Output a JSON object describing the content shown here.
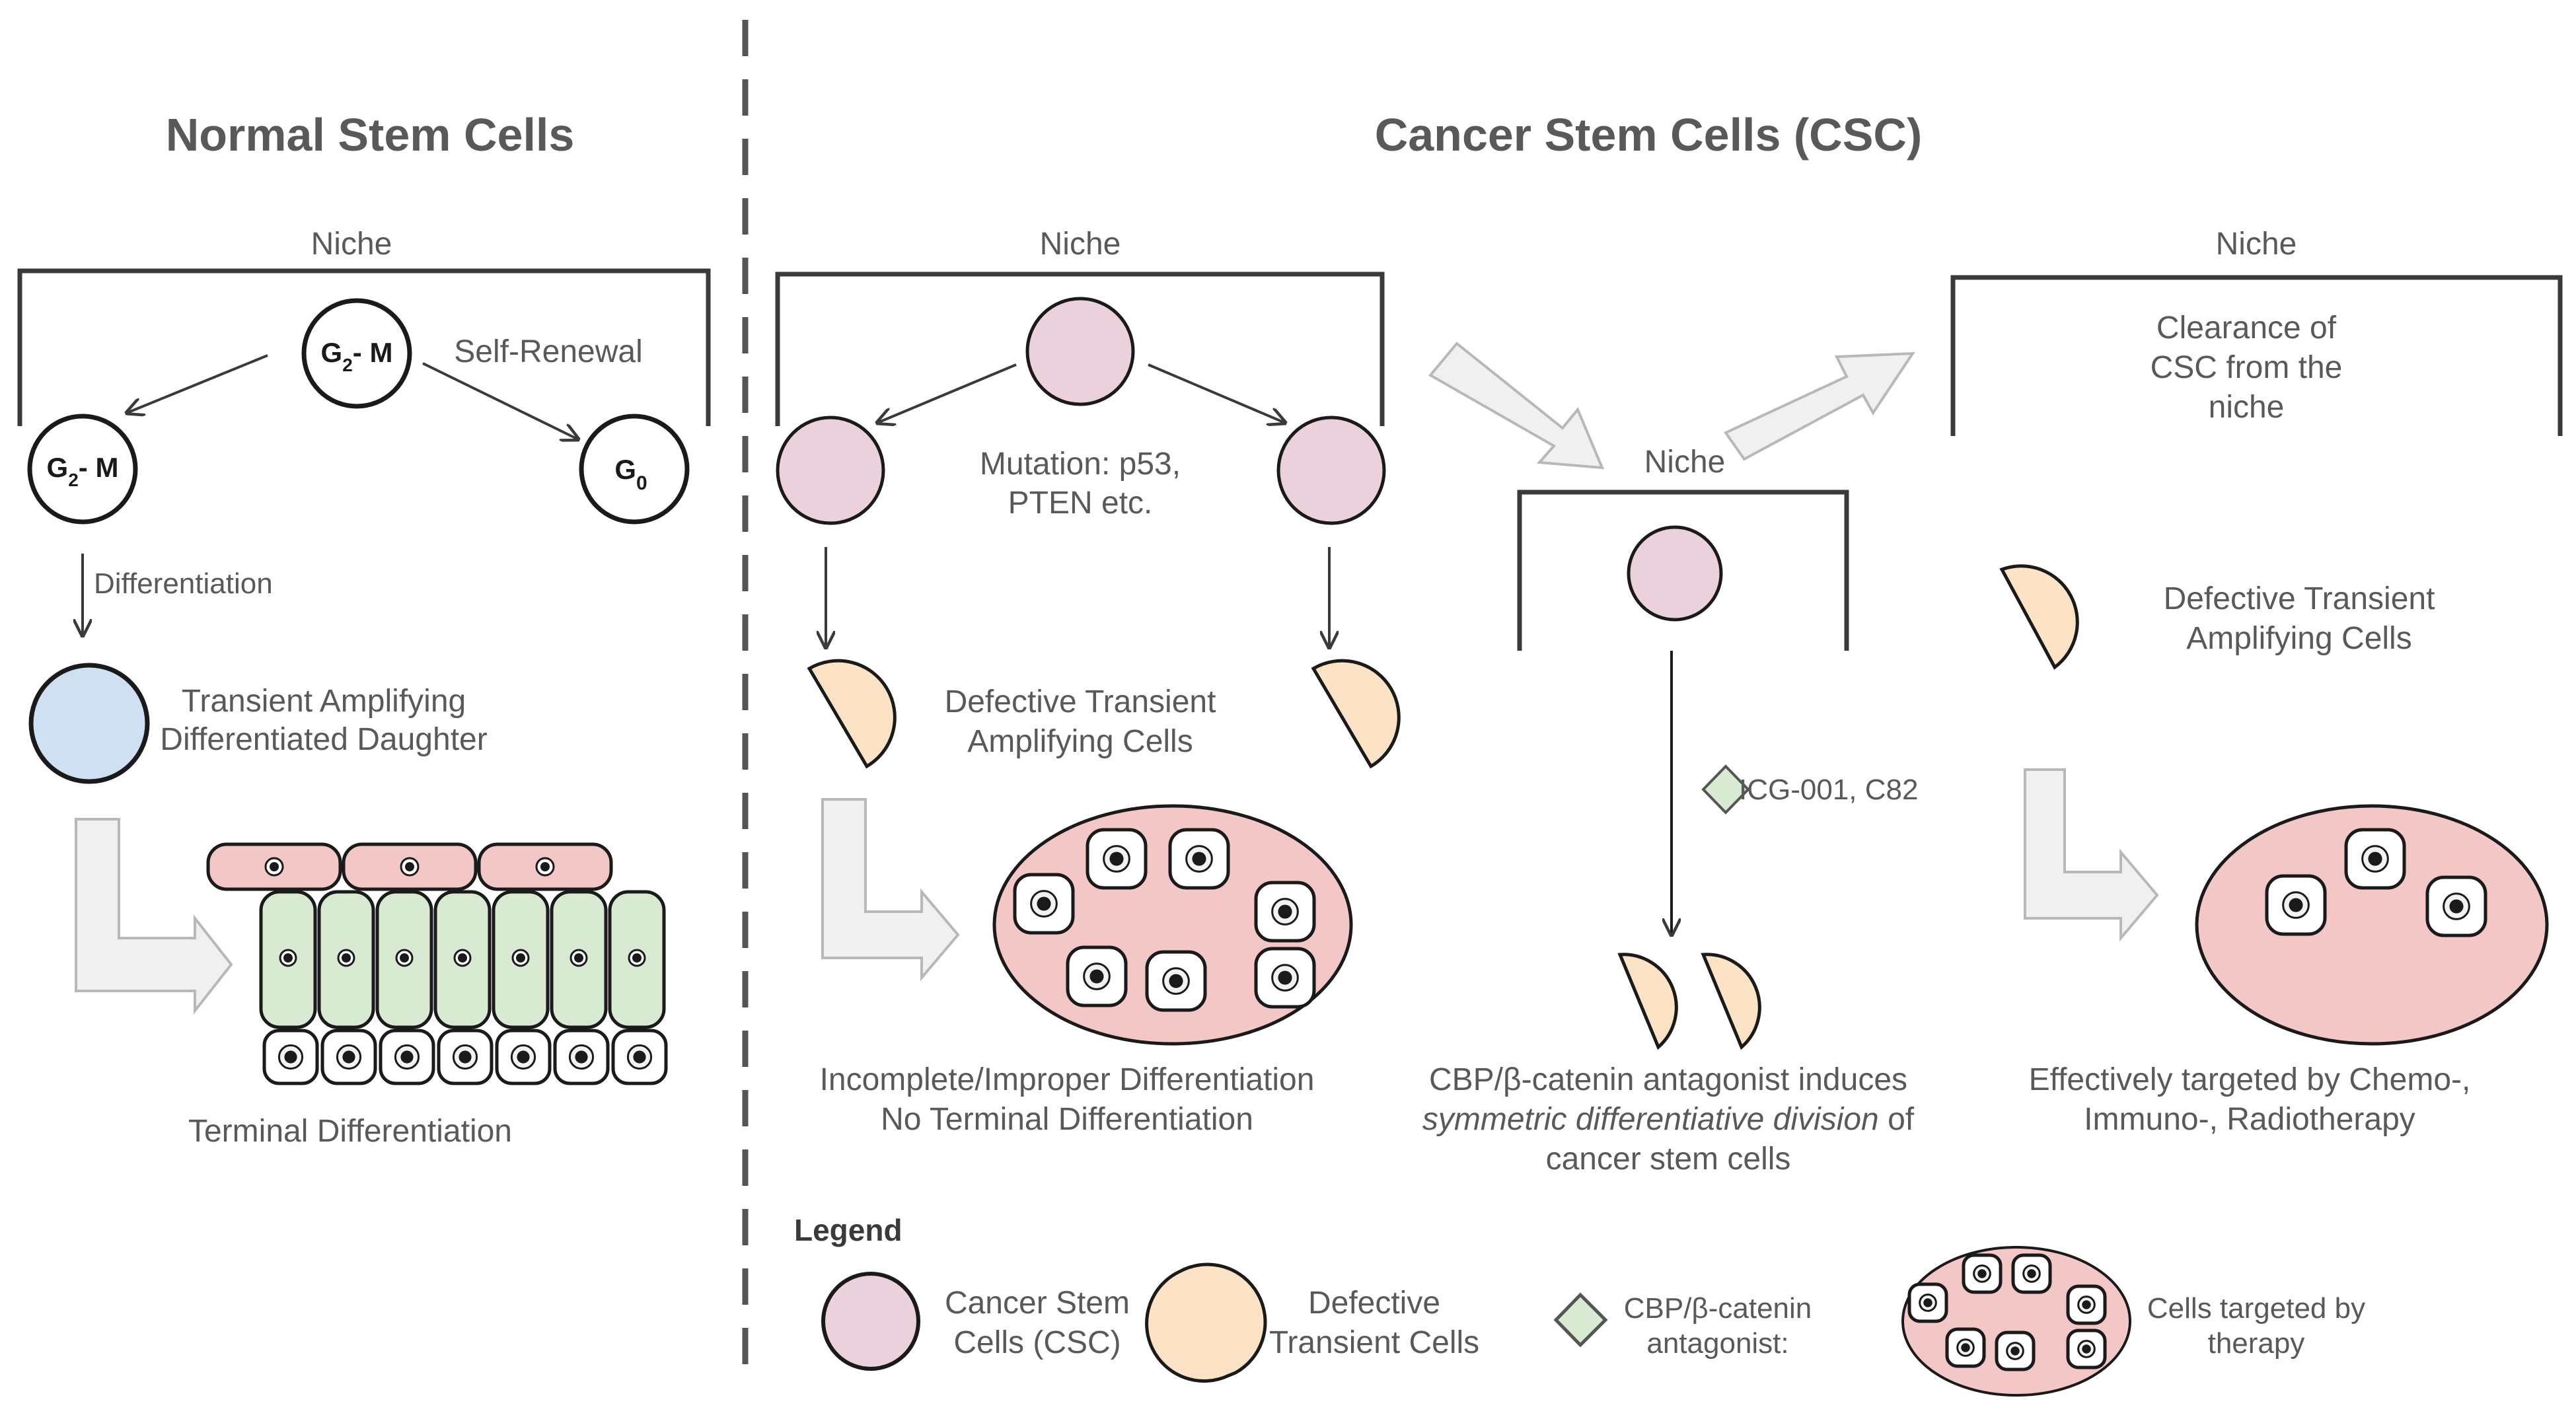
{
  "left": {
    "title": "Normal Stem Cells",
    "niche": "Niche",
    "self_renewal": "Self-Renewal",
    "differentiation": "Differentiation",
    "transient_line1": "Transient Amplifying",
    "transient_line2": "Differentiated Daughter",
    "terminal": "Terminal Differentiation",
    "cell_g2m": "G",
    "cell_g2m_sub": "2",
    "cell_g2m_suffix": "- M",
    "cell_g0": "G",
    "cell_g0_sub": "0"
  },
  "right": {
    "title": "Cancer Stem Cells (CSC)",
    "panel1": {
      "niche": "Niche",
      "mutation_line1": "Mutation: p53,",
      "mutation_line2": "PTEN etc.",
      "defective_line1": "Defective Transient",
      "defective_line2": "Amplifying Cells",
      "caption_line1": "Incomplete/Improper Differentiation",
      "caption_line2": "No Terminal Differentiation"
    },
    "panel2": {
      "niche": "Niche",
      "drug": "ICG-001, C82",
      "caption_line1": "CBP/β-catenin antagonist induces",
      "caption_line2": "symmetric differentiative division",
      "caption_line2_suffix": " of",
      "caption_line3": "cancer stem cells"
    },
    "panel3": {
      "niche": "Niche",
      "clearance_line1": "Clearance of",
      "clearance_line2": "CSC from the",
      "clearance_line3": "niche",
      "defective_line1": "Defective Transient",
      "defective_line2": "Amplifying Cells",
      "caption_line1": "Effectively targeted by Chemo-,",
      "caption_line2": "Immuno-, Radiotherapy"
    }
  },
  "legend": {
    "title": "Legend",
    "csc_line1": "Cancer Stem",
    "csc_line2": "Cells (CSC)",
    "defective_line1": "Defective",
    "defective_line2": "Transient Cells",
    "antagonist_line1": "CBP/β-catenin",
    "antagonist_line2": "antagonist:",
    "targeted_line1": "Cells targeted by",
    "targeted_line2": "therapy"
  },
  "colors": {
    "csc_fill": "#ead1dc",
    "defective_fill": "#fde3c6",
    "blue_fill": "#cfe0f2",
    "tumor_fill": "#f4c7c7",
    "green_fill": "#d9ead3",
    "diamond_fill": "#d9ead3",
    "arrow_fill": "#f0f0f0",
    "stroke": "#3a3a3a"
  }
}
